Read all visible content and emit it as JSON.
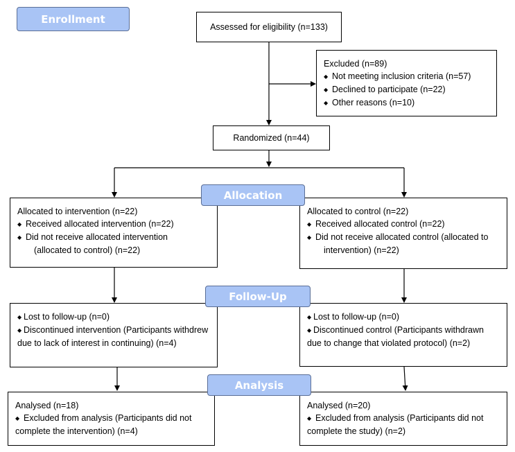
{
  "stages": {
    "enrollment": "Enrollment",
    "allocation": "Allocation",
    "follow_up": "Follow-Up",
    "analysis": "Analysis"
  },
  "assessed": "Assessed for eligibility (n=133)",
  "excluded": {
    "title": "Excluded (n=89)",
    "items": [
      "Not meeting inclusion criteria (n=57)",
      "Declined to participate (n=22)",
      "Other reasons (n=10)"
    ]
  },
  "randomized": "Randomized (n=44)",
  "allocation": {
    "intervention": {
      "title": "Allocated to intervention (n=22)",
      "item1": "Received allocated intervention (n=22)",
      "item2_line1": "Did not receive allocated intervention",
      "item2_line2": "(allocated to control) (n=22)"
    },
    "control": {
      "title": "Allocated to control (n=22)",
      "item1": "Received allocated control (n=22)",
      "item2_line1": "Did not receive allocated control (allocated to",
      "item2_line2": "intervention) (n=22)"
    }
  },
  "follow_up": {
    "intervention": {
      "item1": "Lost to follow-up (n=0)",
      "item2": "Discontinued intervention (Participants withdrew due to lack of interest in continuing) (n=4)"
    },
    "control": {
      "item1": "Lost to follow-up (n=0)",
      "item2": "Discontinued control (Participants withdrawn due to change that violated protocol) (n=2)"
    }
  },
  "analysis": {
    "intervention": {
      "title": "Analysed (n=18)",
      "item": "Excluded from analysis (Participants did not complete the intervention) (n=4)"
    },
    "control": {
      "title": "Analysed (n=20)",
      "item": "Excluded from analysis (Participants did not complete the study) (n=2)"
    }
  },
  "bullet_glyph": "◆"
}
